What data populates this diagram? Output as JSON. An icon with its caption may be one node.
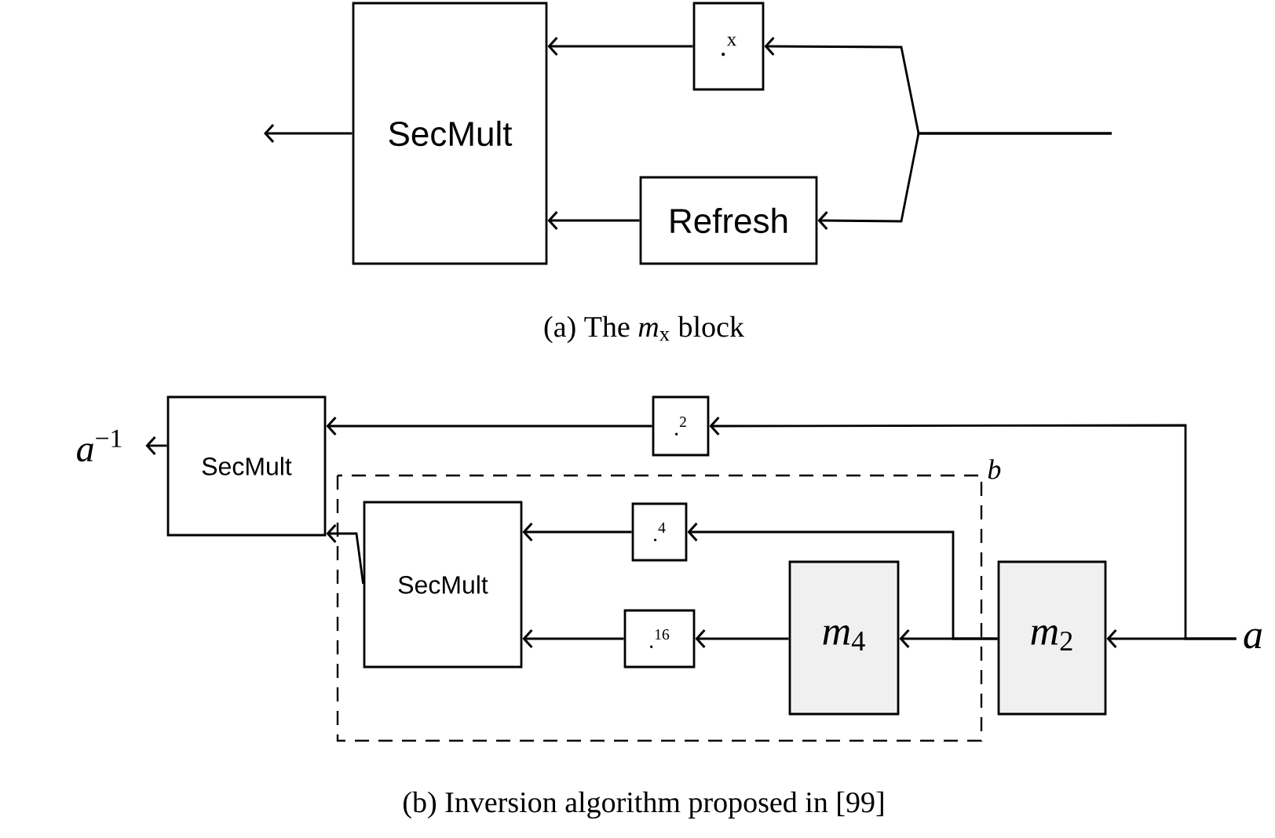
{
  "diagram": {
    "nodes": [
      {
        "text": [
          "SecMult"
        ]
      },
      {
        "text": [
          ".$^{x}$"
        ]
      },
      {
        "text": [
          "Refresh"
        ]
      },
      {
        "text": [
          "SecMult"
        ]
      },
      {
        "text": [
          "b"
        ]
      },
      {
        "text": [
          "SecMult"
        ],
        "in": 4
      },
      {
        "text": [
          ".$^{2}$"
        ]
      },
      {
        "text": [
          ".$^{4}$"
        ],
        "in": 4
      },
      {
        "text": [
          ".$^{16}$"
        ],
        "in": 4
      },
      {
        "text": [
          "*m*$_{4}$"
        ],
        "in": 4
      },
      {
        "text": [
          "*m*$_{2}$"
        ]
      },
      {
        "text": [
          "*a*$^{−1}$"
        ]
      },
      {
        "text": [
          "a"
        ]
      }
    ],
    "edges": [
      {
        "from": 0,
        "to": null,
        "arrow": "to"
      },
      {
        "from": 1,
        "to": 0,
        "arrow": "to"
      },
      {
        "from": 2,
        "to": 0,
        "arrow": "to"
      },
      {
        "from": null,
        "to": 1,
        "arrow": "to"
      },
      {
        "from": null,
        "to": 2,
        "arrow": "to"
      },
      {
        "from": 3,
        "to": 11,
        "arrow": "to"
      },
      {
        "from": 6,
        "to": 3,
        "arrow": "to"
      },
      {
        "from": 12,
        "to": 6,
        "arrow": "to"
      },
      {
        "from": 12,
        "to": 10,
        "arrow": "to"
      },
      {
        "from": 10,
        "to": 9,
        "arrow": "to"
      },
      {
        "from": 10,
        "to": 7,
        "arrow": "to"
      },
      {
        "from": 9,
        "to": 8,
        "arrow": "to"
      },
      {
        "from": 7,
        "to": 5,
        "arrow": "to"
      },
      {
        "from": 8,
        "to": 5,
        "arrow": "to"
      },
      {
        "from": 5,
        "to": 3,
        "arrow": "to"
      }
    ],
    "labels": [
      "(a) The *m*$_{x}$ block",
      "(b) Inversion algorithm proposed in [99]"
    ]
  }
}
